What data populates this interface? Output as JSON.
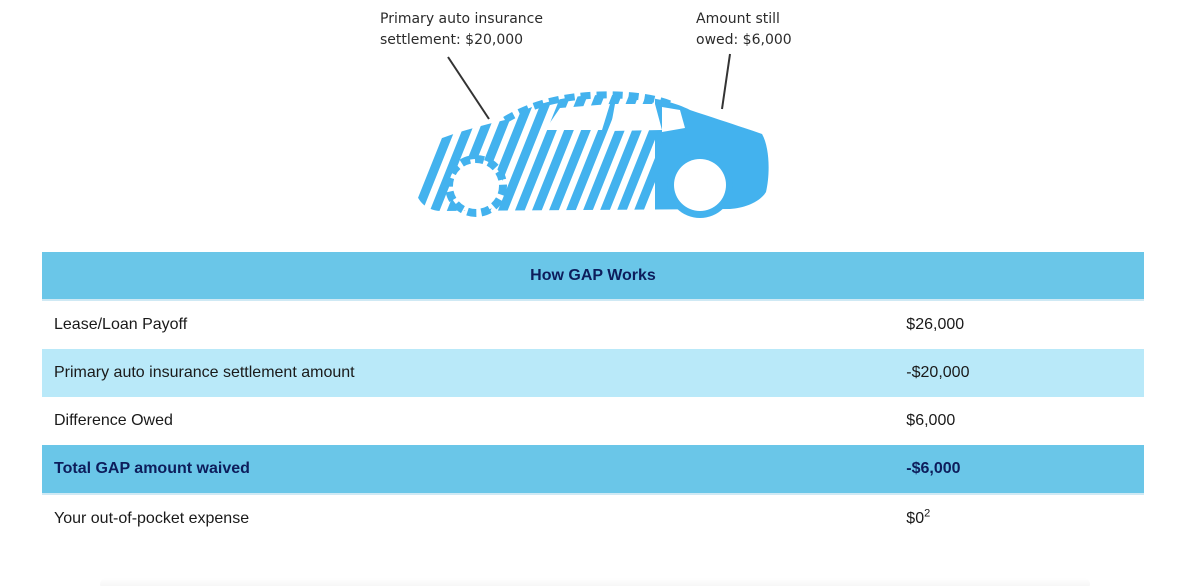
{
  "illustration": {
    "callout_left": "Primary auto insurance settlement: $20,000",
    "callout_right": "Amount still owed: $6,000",
    "car_color": "#43b2ee"
  },
  "table": {
    "title": "How GAP Works",
    "rows": [
      {
        "label": "Lease/Loan Payoff",
        "value": "$26,000"
      },
      {
        "label": "Primary auto insurance settlement amount",
        "value": "-$20,000"
      },
      {
        "label": "Difference Owed",
        "value": "$6,000"
      },
      {
        "label": "Total GAP amount waived",
        "value": "-$6,000"
      },
      {
        "label": "Your out-of-pocket expense",
        "value": "$0",
        "footnote": "2"
      }
    ]
  },
  "colors": {
    "header_bg": "#6ac6e8",
    "light_row_bg": "#b9e9f9",
    "header_text": "#0d1d5b"
  }
}
